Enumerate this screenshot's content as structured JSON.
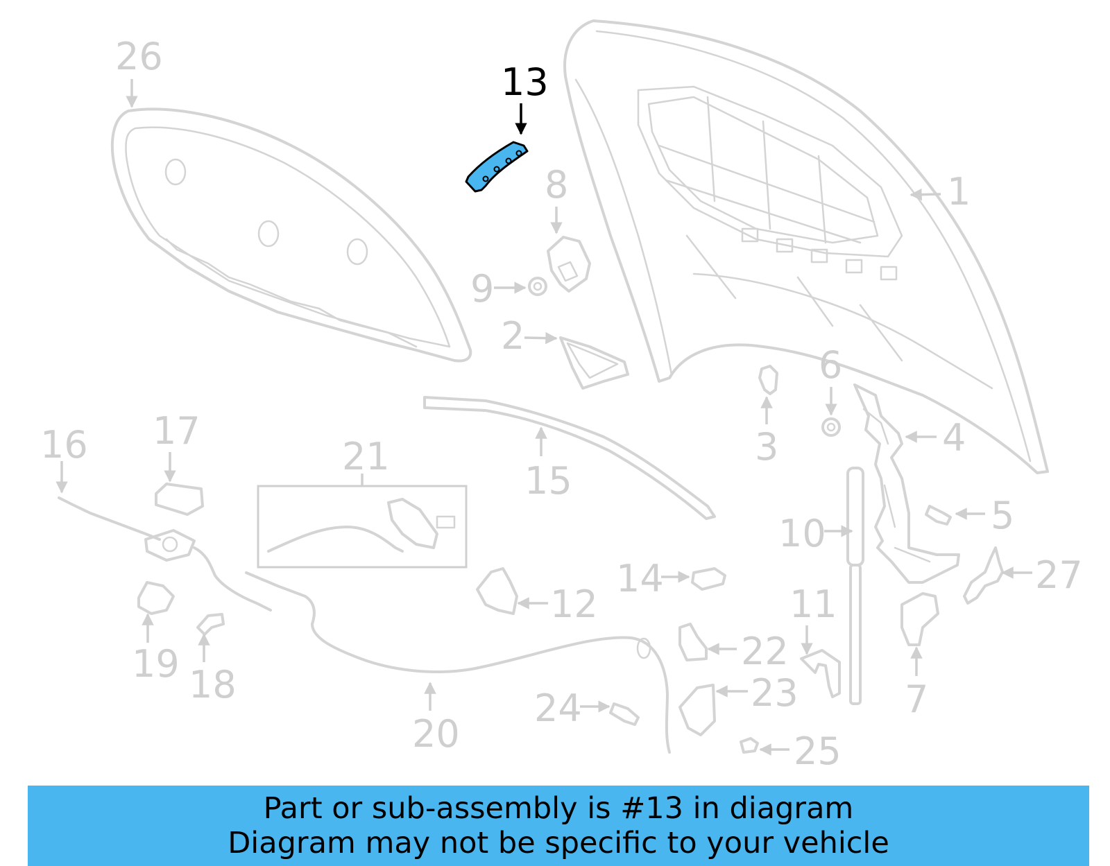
{
  "highlight_color": "#4ab6f0",
  "highlighted_part": "13",
  "callouts": {
    "c1": "1",
    "c2": "2",
    "c3": "3",
    "c4": "4",
    "c5": "5",
    "c6": "6",
    "c7": "7",
    "c8": "8",
    "c9": "9",
    "c10": "10",
    "c11": "11",
    "c12": "12",
    "c13": "13",
    "c14": "14",
    "c15": "15",
    "c16": "16",
    "c17": "17",
    "c18": "18",
    "c19": "19",
    "c20": "20",
    "c21": "21",
    "c22": "22",
    "c23": "23",
    "c24": "24",
    "c25": "25",
    "c26": "26",
    "c27": "27"
  },
  "banner": {
    "line1": "Part or sub-assembly is #13 in diagram",
    "line2": "Diagram may not be specific to your vehicle"
  }
}
